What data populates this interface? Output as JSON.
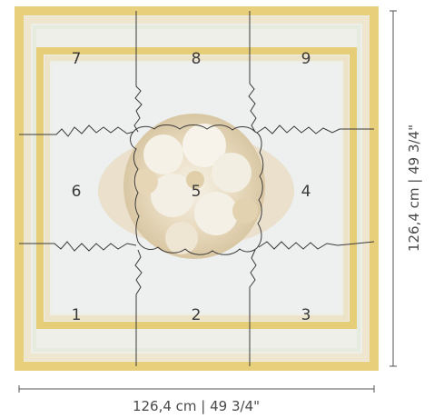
{
  "pieces": [
    {
      "id": "1",
      "label": "1"
    },
    {
      "id": "2",
      "label": "2"
    },
    {
      "id": "3",
      "label": "3"
    },
    {
      "id": "4",
      "label": "4"
    },
    {
      "id": "5",
      "label": "5"
    },
    {
      "id": "6",
      "label": "6"
    },
    {
      "id": "7",
      "label": "7"
    },
    {
      "id": "8",
      "label": "8"
    },
    {
      "id": "9",
      "label": "9"
    }
  ],
  "dimensions": {
    "width_label": "126,4 cm | 49 3/4\"",
    "height_label": "126,4 cm | 49 3/4\""
  },
  "colors": {
    "background": "#f1f1ee",
    "border_gold": "#e4ca72",
    "border_cream": "#ece6cf",
    "inner_field": "#eef0f0",
    "cut_line": "#3b3b3b"
  }
}
